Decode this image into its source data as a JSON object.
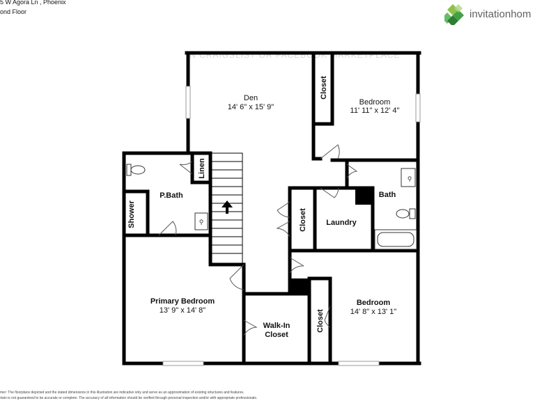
{
  "header": {
    "address": "5 W Agora Ln , Phoenix",
    "floor": "ond Floor"
  },
  "brand": {
    "name": "invitationhom",
    "color": "#4caf50"
  },
  "watermark": {
    "text": "N CRAIGSLIST OR FACEBOOK MARKETPLACE"
  },
  "rooms": {
    "den": {
      "name": "Den",
      "dims": "14' 6\" x 15' 9\""
    },
    "bedroom_top": {
      "name": "Bedroom",
      "dims": "11' 11\" x 12' 4\""
    },
    "closet_top": {
      "name": "Closet"
    },
    "linen": {
      "name": "Linen"
    },
    "pbath": {
      "name": "P.Bath"
    },
    "shower": {
      "name": "Shower"
    },
    "closet_mid": {
      "name": "Closet"
    },
    "laundry": {
      "name": "Laundry"
    },
    "bath": {
      "name": "Bath"
    },
    "primary_bedroom": {
      "name": "Primary Bedroom",
      "dims": "13' 9\" x 14' 8\""
    },
    "walkin_closet": {
      "name_line1": "Walk-In",
      "name_line2": "Closet"
    },
    "closet_bottom": {
      "name": "Closet"
    },
    "bedroom_bottom": {
      "name": "Bedroom",
      "dims": "14' 8\" x 13' 1\""
    }
  },
  "footer": {
    "line1": "mer: The floorplans depicted and the stated dimensions in this illustration are indicative only and serve as an approximation of existing structures and features.",
    "line2": "rtain is not guaranteed to be accurate or complete. The accuracy of all information should be verified through personal inspection and/or with appropriate professionals."
  }
}
